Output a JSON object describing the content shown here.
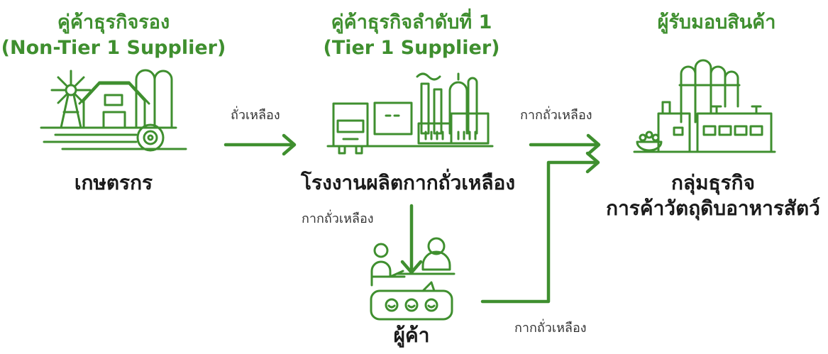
{
  "colors": {
    "accent": "#3f8f2f",
    "text": "#1a1a1a"
  },
  "headers": {
    "non_tier1_th": "คู่ค้าธุรกิจรอง",
    "non_tier1_en": "(Non-Tier 1 Supplier)",
    "tier1_th": "คู่ค้าธุรกิจลำดับที่ 1",
    "tier1_en": "(Tier 1 Supplier)",
    "receiver": "ผู้รับมอบสินค้า"
  },
  "nodes": {
    "farmer": "เกษตรกร",
    "factory": "โรงงานผลิตกากถั่วเหลือง",
    "feed_group_line1": "กลุ่มธุรกิจ",
    "feed_group_line2": "การค้าวัตถุดิบอาหารสัตว์",
    "trader": "ผู้ค้า"
  },
  "edges": {
    "farmer_to_factory": "ถั่วเหลือง",
    "factory_to_feed": "กากถั่วเหลือง",
    "factory_to_trader": "กากถั่วเหลือง",
    "trader_to_feed": "กากถั่วเหลือง"
  },
  "icons": [
    "farm-icon",
    "factory-icon",
    "feed-plant-icon",
    "trader-icon"
  ]
}
